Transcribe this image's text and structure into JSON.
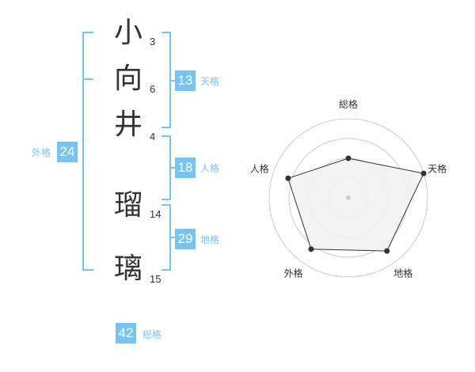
{
  "name": {
    "chars": [
      "小",
      "向",
      "井",
      "瑠",
      "璃"
    ],
    "strokes": [
      "3",
      "6",
      "4",
      "14",
      "15"
    ]
  },
  "kakusu": {
    "tenkaku": {
      "value": "13",
      "label": "天格"
    },
    "jinkaku": {
      "value": "18",
      "label": "人格"
    },
    "chikaku": {
      "value": "29",
      "label": "地格"
    },
    "gaikaku": {
      "value": "24",
      "label": "外格"
    },
    "soukaku": {
      "value": "42",
      "label": "総格"
    }
  },
  "chart_data": {
    "type": "radar",
    "axes": [
      "総格",
      "天格",
      "地格",
      "外格",
      "人格"
    ],
    "values": [
      0.5,
      1.0,
      0.83,
      0.8,
      0.8
    ],
    "rings": 4,
    "colors": {
      "fill": "#f2f2f2",
      "stroke": "#333333",
      "grid": "#cccccc",
      "point": "#333333"
    }
  },
  "colors": {
    "accent": "#76c4f2",
    "text": "#333333"
  }
}
